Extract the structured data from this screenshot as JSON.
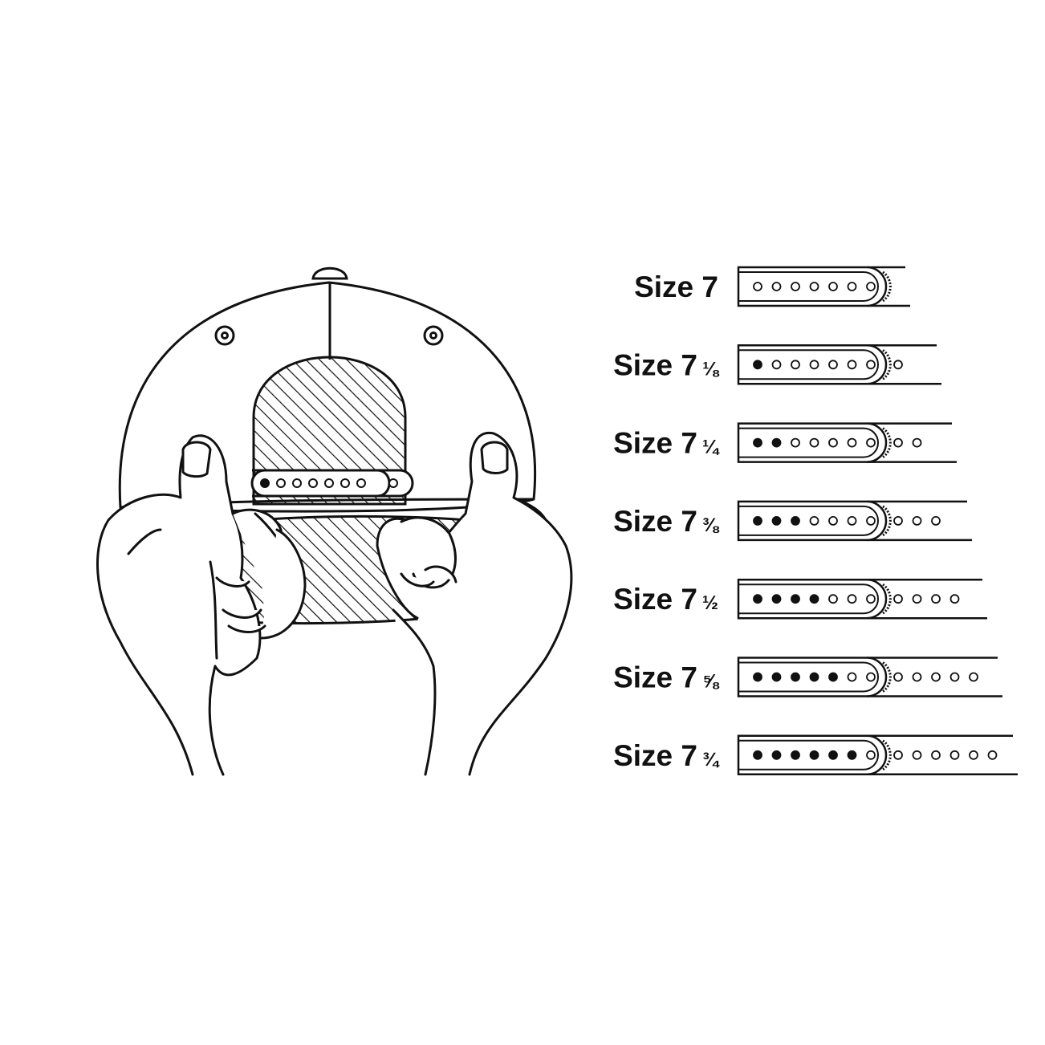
{
  "sizes": [
    {
      "label": "Size 7",
      "whole": "Size 7",
      "fraction": "",
      "filled": 0,
      "extra": 0
    },
    {
      "label": "Size 7 ⅛",
      "whole": "Size 7",
      "fraction": "⅛",
      "filled": 1,
      "extra": 1
    },
    {
      "label": "Size 7 ¼",
      "whole": "Size 7",
      "fraction": "¼",
      "filled": 2,
      "extra": 2
    },
    {
      "label": "Size 7 ⅜",
      "whole": "Size 7",
      "fraction": "⅜",
      "filled": 3,
      "extra": 3
    },
    {
      "label": "Size 7 ½",
      "whole": "Size 7",
      "fraction": "½",
      "filled": 4,
      "extra": 4
    },
    {
      "label": "Size 7 ⅝",
      "whole": "Size 7",
      "fraction": "⅝",
      "filled": 5,
      "extra": 5
    },
    {
      "label": "Size 7 ¾",
      "whole": "Size 7",
      "fraction": "¾",
      "filled": 6,
      "extra": 6
    }
  ],
  "strap_holes": 7,
  "colors": {
    "ink": "#111111",
    "background": "#ffffff"
  },
  "illustration": {
    "subject": "hands-adjusting-cap-snapback-icon",
    "strap_filled": 1,
    "strap_holes": 7
  }
}
